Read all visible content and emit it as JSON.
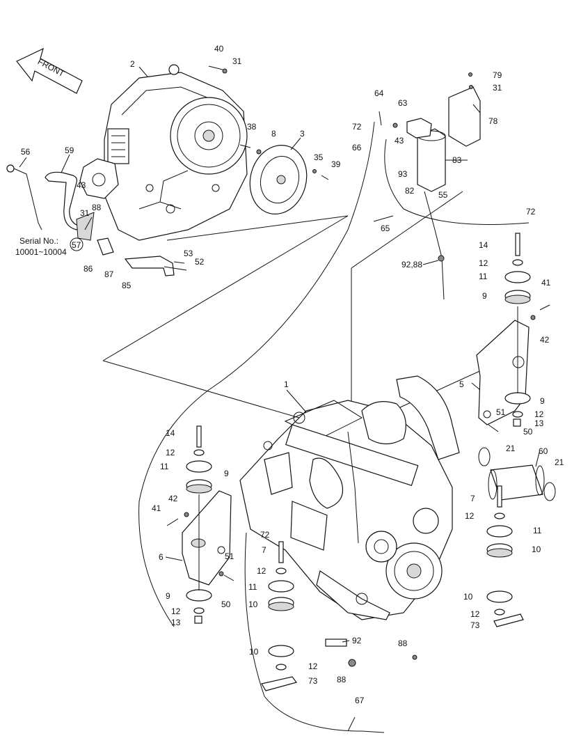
{
  "diagram": {
    "front_label": "FRONT",
    "serial_label": "Serial No.:",
    "serial_range": "10001~10004",
    "callouts": {
      "c1": "1",
      "c2": "2",
      "c3": "3",
      "c5": "5",
      "c6": "6",
      "c7a": "7",
      "c7b": "7",
      "c8": "8",
      "c9a": "9",
      "c9b": "9",
      "c9c": "9",
      "c9d": "9",
      "c10a": "10",
      "c10b": "10",
      "c10c": "10",
      "c10d": "10",
      "c11a": "11",
      "c11b": "11",
      "c11c": "11",
      "c11d": "11",
      "c12a": "12",
      "c12b": "12",
      "c12c": "12",
      "c12d": "12",
      "c12e": "12",
      "c12f": "12",
      "c12g": "12",
      "c13a": "13",
      "c13b": "13",
      "c14a": "14",
      "c14b": "14",
      "c21a": "21",
      "c21b": "21",
      "c31a": "31",
      "c31b": "31",
      "c31c": "31",
      "c35": "35",
      "c38": "38",
      "c39": "39",
      "c40": "40",
      "c41a": "41",
      "c41b": "41",
      "c42a": "42",
      "c42b": "42",
      "c43a": "43",
      "c43b": "43",
      "c50a": "50",
      "c50b": "50",
      "c51a": "51",
      "c51b": "51",
      "c52": "52",
      "c53": "53",
      "c55": "55",
      "c56": "56",
      "c57": "57",
      "c59": "59",
      "c60": "60",
      "c63": "63",
      "c64": "64",
      "c65": "65",
      "c66": "66",
      "c67": "67",
      "c72a": "72",
      "c72b": "72",
      "c72c": "72",
      "c73a": "73",
      "c73b": "73",
      "c78": "78",
      "c79": "79",
      "c82": "82",
      "c83": "83",
      "c85": "85",
      "c86": "86",
      "c87": "87",
      "c88a": "88",
      "c88b": "88",
      "c88c": "88",
      "c92": "92",
      "c92_88": "92,88",
      "c93": "93"
    }
  }
}
